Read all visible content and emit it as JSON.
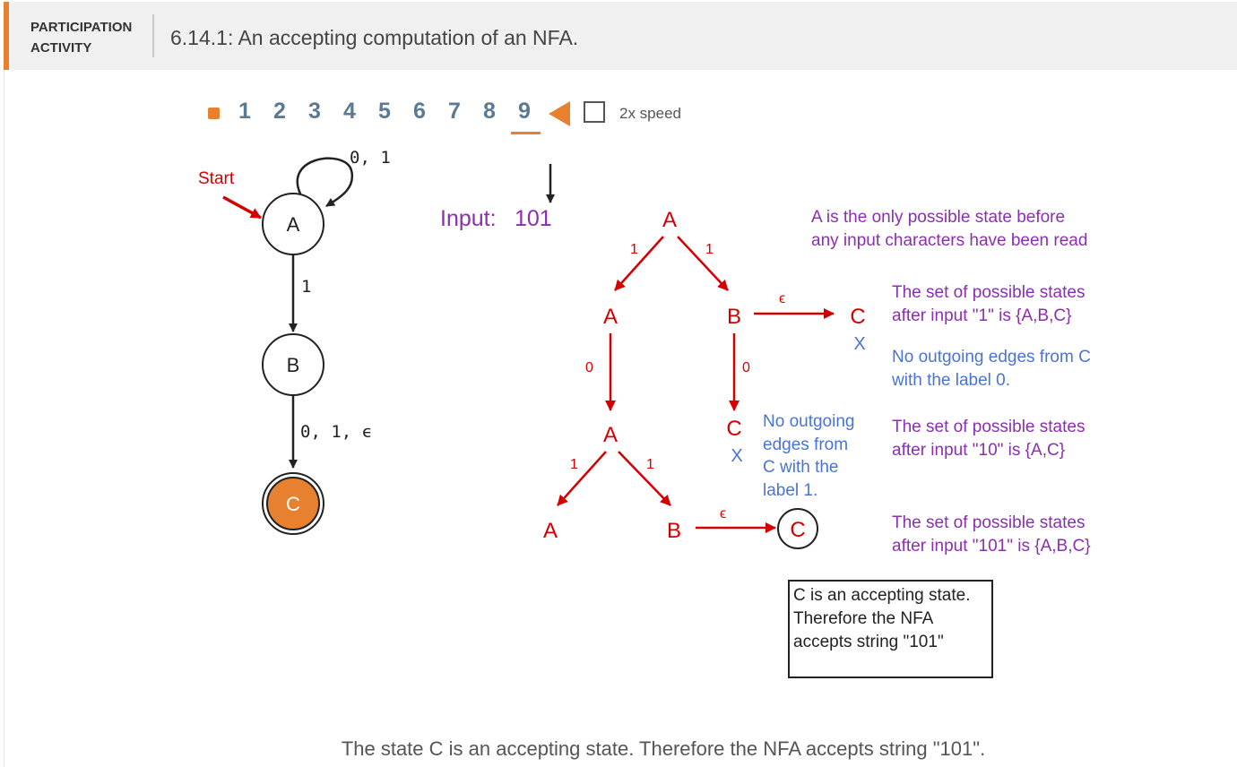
{
  "header": {
    "label_line1": "PARTICIPATION",
    "label_line2": "ACTIVITY",
    "title": "6.14.1: An accepting computation of an NFA."
  },
  "steps": {
    "items": [
      "1",
      "2",
      "3",
      "4",
      "5",
      "6",
      "7",
      "8",
      "9"
    ],
    "current": "9",
    "speed_label": "2x speed",
    "speed_checked": false
  },
  "nfa": {
    "start_label": "Start",
    "state_a": "A",
    "state_b": "B",
    "state_c": "C",
    "loop_label": "0, 1",
    "ab_label": "1",
    "bc_label": "0, 1, ϵ"
  },
  "tree": {
    "input_label": "Input:",
    "input_value": "101",
    "root": "A",
    "l1_left": "A",
    "l1_right": "B",
    "l1_eps_target": "C",
    "l2_left": "A",
    "l2_right": "C",
    "l3_left": "A",
    "l3_right": "B",
    "l3_eps_target": "C",
    "edge_root_left": "1",
    "edge_root_right": "1",
    "edge_eps1": "ϵ",
    "edge_a_a": "0",
    "edge_b_c": "0",
    "edge_a_l3left": "1",
    "edge_a_l3right": "1",
    "edge_eps2": "ϵ",
    "x_mark1": "X",
    "x_mark2": "X"
  },
  "notes": {
    "n1_line1": "A is the only possible state before",
    "n1_line2": "any input characters have been read",
    "n2_line1": "The set of possible states",
    "n2_line2": "after input \"1\" is {A,B,C}",
    "n3_line1": "No outgoing edges from C",
    "n3_line2": "with the label 0.",
    "n4_line1": "No outgoing",
    "n4_line2": "edges from",
    "n4_line3": "C with the",
    "n4_line4": "label 1.",
    "n5_line1": "The set of possible states",
    "n5_line2": "after input \"10\" is {A,C}",
    "n6_line1": "The set of possible states",
    "n6_line2": "after input \"101\" is {A,B,C}",
    "box_line1": "C is an accepting state.",
    "box_line2": "Therefore the NFA",
    "box_line3": "accepts string \"101\""
  },
  "caption": "The state C is an accepting state. Therefore the NFA accepts string \"101\".",
  "colors": {
    "accent": "#e8812f",
    "red": "#d40000",
    "purple": "#8b2fb0",
    "blue": "#4a74d4",
    "step": "#5a7a94"
  }
}
